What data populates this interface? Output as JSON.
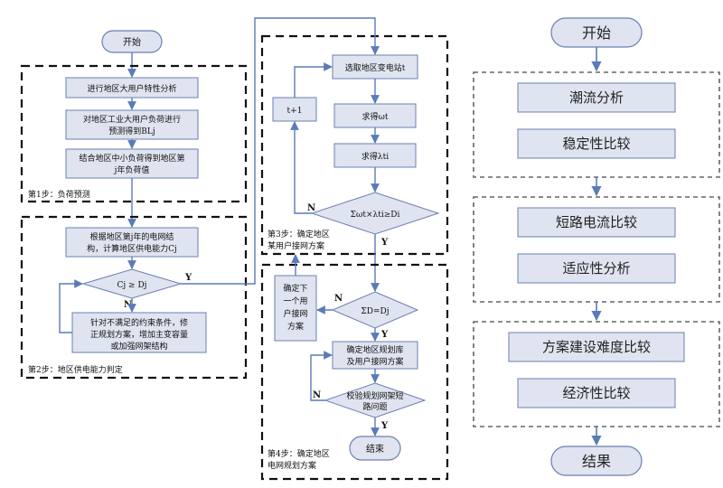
{
  "left": {
    "start": "开始",
    "step1": {
      "label": "第1步：负荷预测",
      "box1": "进行地区大用户特性分析",
      "box2_l1": "对地区工业大用户负荷进行",
      "box2_l2": "预测得到BLj",
      "box3_l1": "结合地区中小负荷得到地区第",
      "box3_l2": "j年负荷值"
    },
    "step2": {
      "label": "第2步：地区供电能力判定",
      "box1_l1": "根据地区第j年的电网结",
      "box1_l2": "构，计算地区供电能力Cj",
      "decision": "Cj ≥ Dj",
      "box2_l1": "针对不满足的约束条件，修",
      "box2_l2": "正规划方案，增加主变容量",
      "box2_l3": "或加强网架结构",
      "yes": "Y",
      "no": "N"
    }
  },
  "middle": {
    "step3": {
      "label_l1": "第3步：确定地区",
      "label_l2": "某用户接网方案",
      "box1": "选取地区变电站t",
      "box2": "求得ωt",
      "box3": "求得λti",
      "decision": "Σωt×λti≥Di",
      "loop": "t+1",
      "yes": "Y",
      "no": "N"
    },
    "step4": {
      "label_l1": "第4步：确定地区",
      "label_l2": "电网规划方案",
      "decision1": "ΣD=Dj",
      "side_l1": "确定下",
      "side_l2": "一个用",
      "side_l3": "户接网",
      "side_l4": "方案",
      "box1_l1": "确定地区规划库",
      "box1_l2": "及用户接网方案",
      "decision2_l1": "校验规划网架短",
      "decision2_l2": "路问题",
      "end": "结束",
      "yes1": "Y",
      "no1": "N",
      "yes2": "Y",
      "no2": "N"
    }
  },
  "right": {
    "start": "开始",
    "group1": [
      "潮流分析",
      "稳定性比较"
    ],
    "group2": [
      "短路电流比较",
      "适应性分析"
    ],
    "group3": [
      "方案建设难度比较",
      "经济性比较"
    ],
    "end": "结果"
  }
}
